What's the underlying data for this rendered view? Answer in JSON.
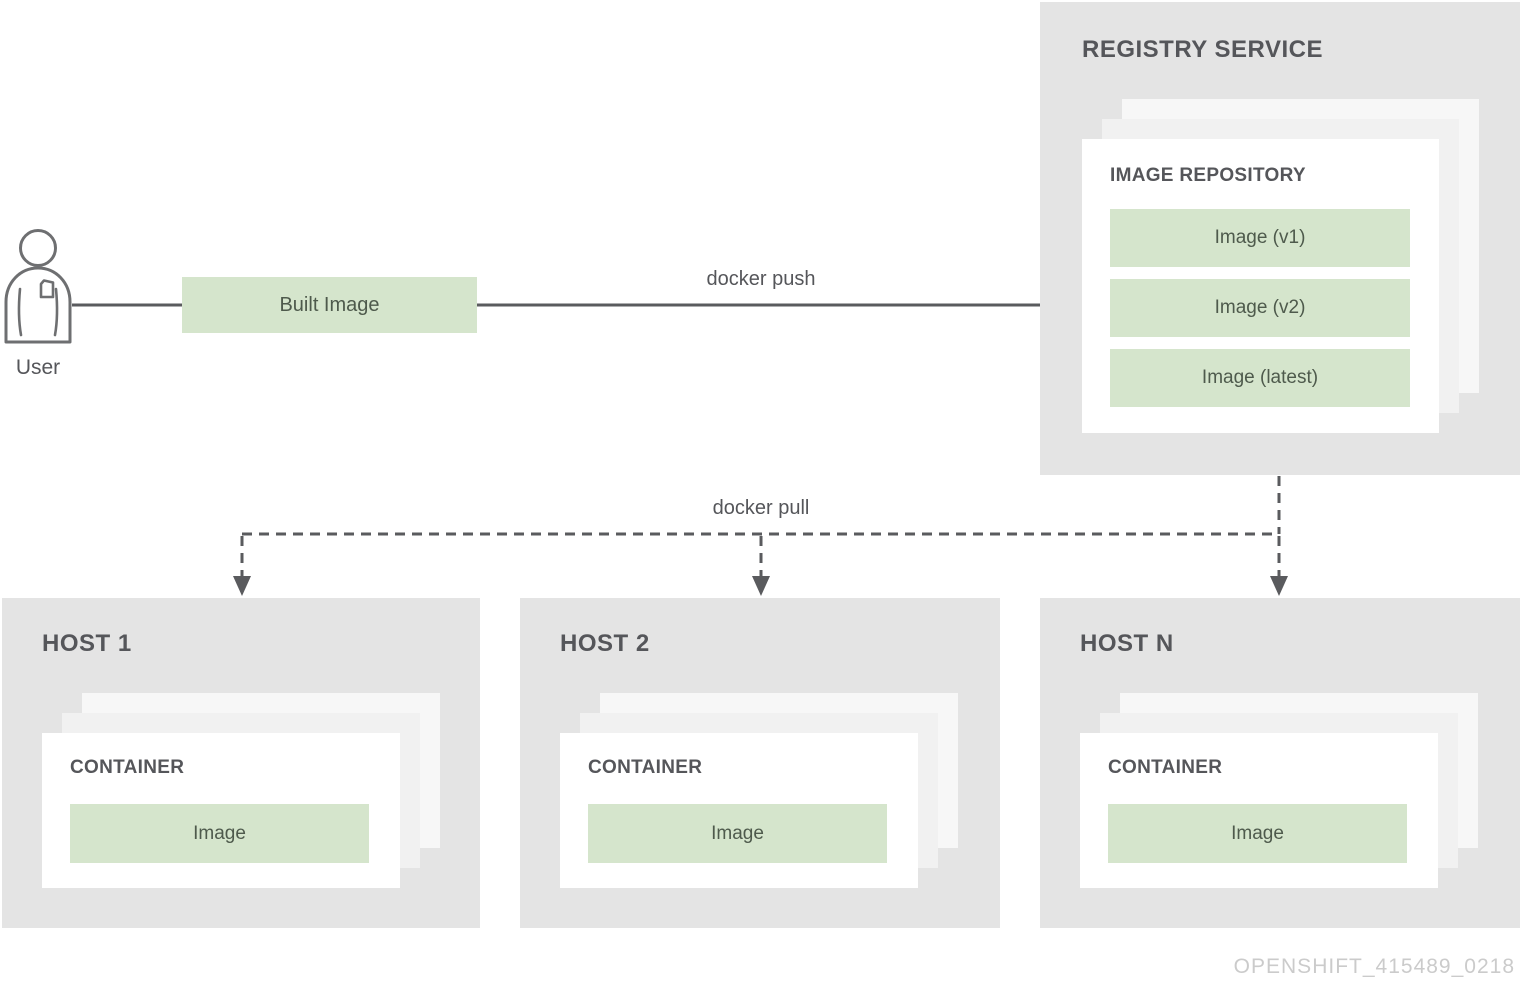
{
  "flow": {
    "user_label": "User",
    "built_image_label": "Built Image",
    "push_label": "docker push",
    "pull_label": "docker pull"
  },
  "registry": {
    "title": "REGISTRY SERVICE",
    "repo_title": "IMAGE REPOSITORY",
    "images": [
      "Image (v1)",
      "Image (v2)",
      "Image (latest)"
    ]
  },
  "hosts": [
    {
      "title": "HOST 1",
      "container_title": "CONTAINER",
      "image_label": "Image"
    },
    {
      "title": "HOST 2",
      "container_title": "CONTAINER",
      "image_label": "Image"
    },
    {
      "title": "HOST N",
      "container_title": "CONTAINER",
      "image_label": "Image"
    }
  ],
  "watermark": "OPENSHIFT_415489_0218",
  "colors": {
    "panel-bg": "#e4e4e4",
    "card-front": "#ffffff",
    "card-mid": "#f1f1f1",
    "card-back": "#f7f7f7",
    "green-fill": "#d5e5cc",
    "green-text": "#4e5a4c",
    "heading-text": "#55565a",
    "line-color": "#5a5b5e",
    "icon-stroke": "#6e6f71",
    "watermark-text": "#cbcbcb"
  }
}
